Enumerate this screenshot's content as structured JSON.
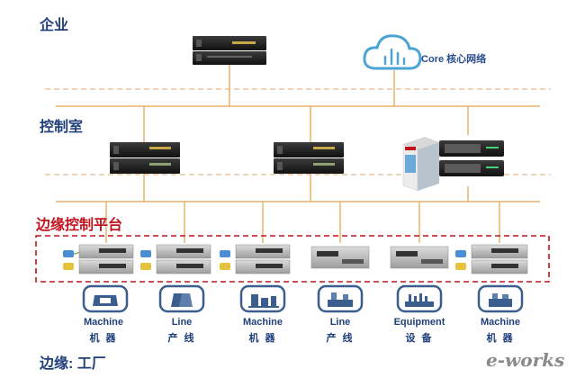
{
  "tiers": {
    "enterprise": "企业",
    "control_room": "控制室",
    "edge_platform": "边缘控制平台",
    "edge_factory": "边缘: 工厂"
  },
  "cloud": {
    "label": "Core 核心网络",
    "icon": "cloud-chart-icon"
  },
  "devices": [
    {
      "en": "Machine",
      "zh": "机 器",
      "icon": "machine-icon"
    },
    {
      "en": "Line",
      "zh": "产 线",
      "icon": "line-icon"
    },
    {
      "en": "Machine",
      "zh": "机 器",
      "icon": "machine-icon"
    },
    {
      "en": "Line",
      "zh": "产 线",
      "icon": "line-icon"
    },
    {
      "en": "Equipment",
      "zh": "设 备",
      "icon": "equipment-icon"
    },
    {
      "en": "Machine",
      "zh": "机 器",
      "icon": "machine-icon"
    }
  ],
  "watermark": "e-works",
  "colors": {
    "title_blue": "#1f3f7a",
    "title_red": "#c0141e",
    "wire_orange": "#e7b46a",
    "dashed_orange": "#e8b98a",
    "platform_border": "#c0141e",
    "icon_blue": "#3a5f8f",
    "cloud_blue": "#4aa5d4"
  }
}
